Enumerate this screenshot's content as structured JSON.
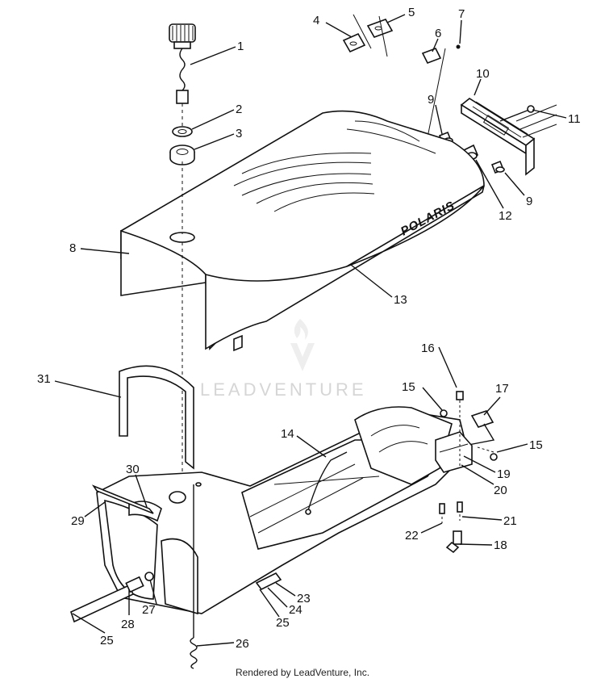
{
  "diagram": {
    "brand_text": "POLARIS",
    "watermark_text": "LEADVENTURE",
    "footer_text": "Rendered by LeadVenture, Inc.",
    "callouts": [
      "1",
      "2",
      "3",
      "4",
      "5",
      "6",
      "7",
      "8",
      "9",
      "9",
      "10",
      "11",
      "12",
      "13",
      "14",
      "15",
      "15",
      "16",
      "17",
      "18",
      "19",
      "20",
      "21",
      "22",
      "23",
      "24",
      "25",
      "25",
      "26",
      "27",
      "28",
      "29",
      "30",
      "31"
    ]
  }
}
